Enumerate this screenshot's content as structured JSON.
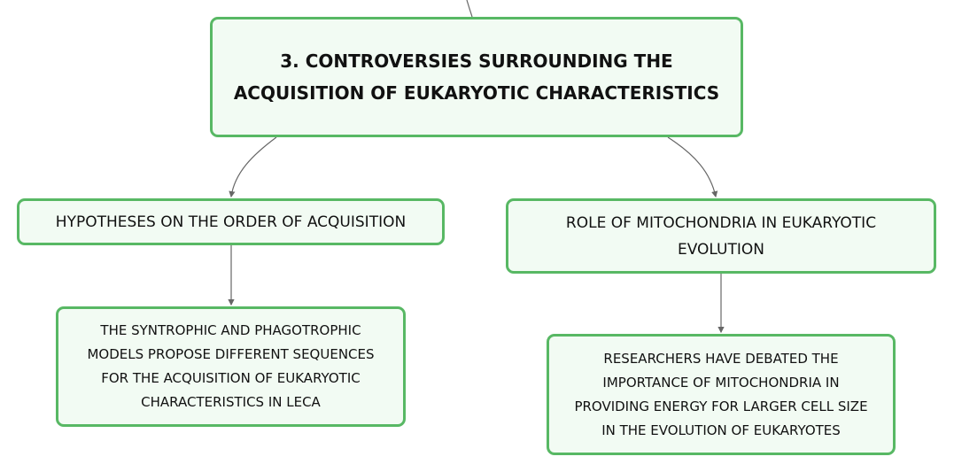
{
  "nodes": {
    "root": "3. CONTROVERSIES SURROUNDING THE\nACQUISITION OF EUKARYOTIC CHARACTERISTICS",
    "hypotheses": "HYPOTHESES ON THE ORDER OF ACQUISITION",
    "role": "ROLE OF MITOCHONDRIA IN EUKARYOTIC\nEVOLUTION",
    "syntrophic": "THE SYNTROPHIC AND PHAGOTROPHIC\nMODELS PROPOSE DIFFERENT SEQUENCES\nFOR THE ACQUISITION OF EUKARYOTIC\nCHARACTERISTICS IN LECA",
    "researchers": "RESEARCHERS HAVE DEBATED THE\nIMPORTANCE OF MITOCHONDRIA IN\nPROVIDING ENERGY FOR LARGER CELL SIZE\nIN THE EVOLUTION OF EUKARYOTES"
  },
  "colors": {
    "node_border": "#58b864",
    "node_fill": "#f2fbf3",
    "connector": "#666666"
  }
}
